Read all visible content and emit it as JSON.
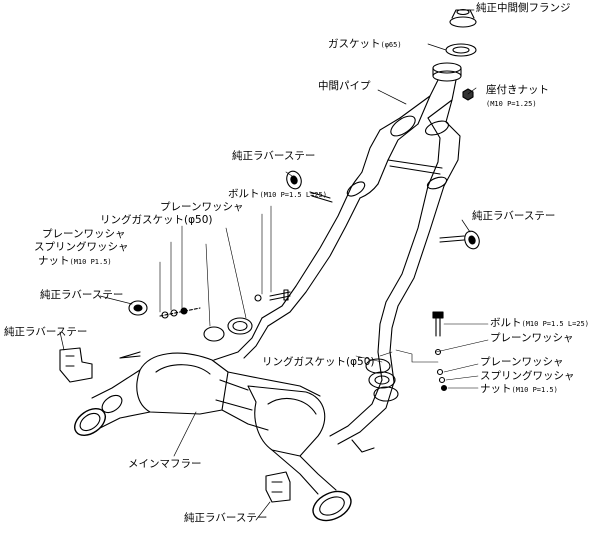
{
  "labels": {
    "oem_mid_flange": "純正中間側フランジ",
    "gasket_65": "ガスケット",
    "gasket_65_spec": "(φ65)",
    "seat_nut": "座付きナット",
    "seat_nut_spec": "(M10 P=1.25)",
    "mid_pipe": "中間パイプ",
    "rubber_stay_upper_left": "純正ラバーステー",
    "rubber_stay_upper_right": "純正ラバーステー",
    "bolt_left": "ボルト",
    "bolt_left_spec": "(M10 P=1.5 L=25)",
    "plain_washer_left_1": "プレーンワッシャ",
    "ring_gasket_left": "リングガスケット(φ50)",
    "plain_washer_left_2": "プレーンワッシャ",
    "spring_washer_left": "スプリングワッシャ",
    "nut_left": "ナット",
    "nut_left_spec": "(M10 P1.5)",
    "rubber_stay_mid_left": "純正ラバーステー",
    "rubber_stay_bracket_left": "純正ラバーステー",
    "bolt_right": "ボルト",
    "bolt_right_spec": "(M10 P=1.5 L=25)",
    "plain_washer_right_1": "プレーンワッシャ",
    "ring_gasket_right": "リングガスケット(φ50)",
    "plain_washer_right_2": "プレーンワッシャ",
    "spring_washer_right": "スプリングワッシャ",
    "nut_right": "ナット",
    "nut_right_spec": "(M10 P=1.5)",
    "main_muffler": "メインマフラー",
    "rubber_stay_bottom": "純正ラバーステー"
  }
}
